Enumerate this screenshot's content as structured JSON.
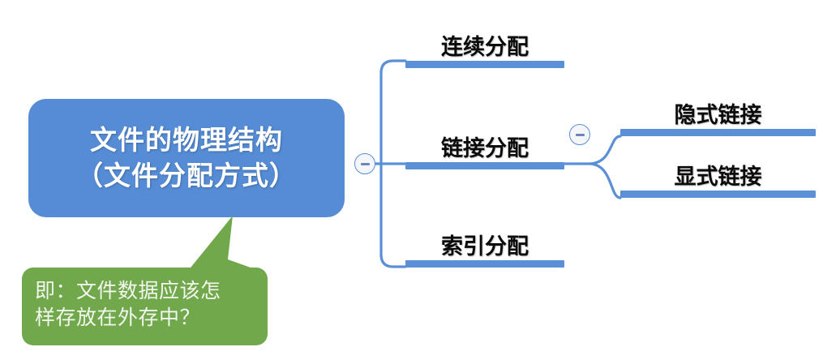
{
  "diagram": {
    "type": "mind-map",
    "title": "文件的物理结构（文件分配方式）",
    "colors": {
      "root_fill": "#558cd5",
      "root_text": "#ffffff",
      "branch_bar": "#5b90d6",
      "connector": "#5b90d6",
      "callout_fill": "#70a84b",
      "callout_text": "#f2f6ef",
      "branch_text": "#0b0b0b",
      "toggle_border": "#5b90d6",
      "toggle_fill": "#f4f6fa",
      "background": "#ffffff"
    },
    "root": {
      "line1": "文件的物理结构",
      "line2": "（文件分配方式）"
    },
    "branches": [
      {
        "label": "连续分配",
        "level": 2,
        "has_toggle": false
      },
      {
        "label": "链接分配",
        "level": 2,
        "has_toggle": true
      },
      {
        "label": "索引分配",
        "level": 2,
        "has_toggle": false
      }
    ],
    "sub_branches": [
      {
        "label": "隐式链接",
        "level": 3,
        "parent": "链接分配"
      },
      {
        "label": "显式链接",
        "level": 3,
        "parent": "链接分配"
      }
    ],
    "toggles": [
      {
        "name": "root-collapse",
        "state": "expanded",
        "glyph": "minus"
      },
      {
        "name": "link-allocation-collapse",
        "state": "expanded",
        "glyph": "minus"
      }
    ],
    "callout": {
      "line1": "即：文件数据应该怎",
      "line2": "样存放在外存中？",
      "points_to": "文件的物理结构（文件分配方式）"
    }
  }
}
